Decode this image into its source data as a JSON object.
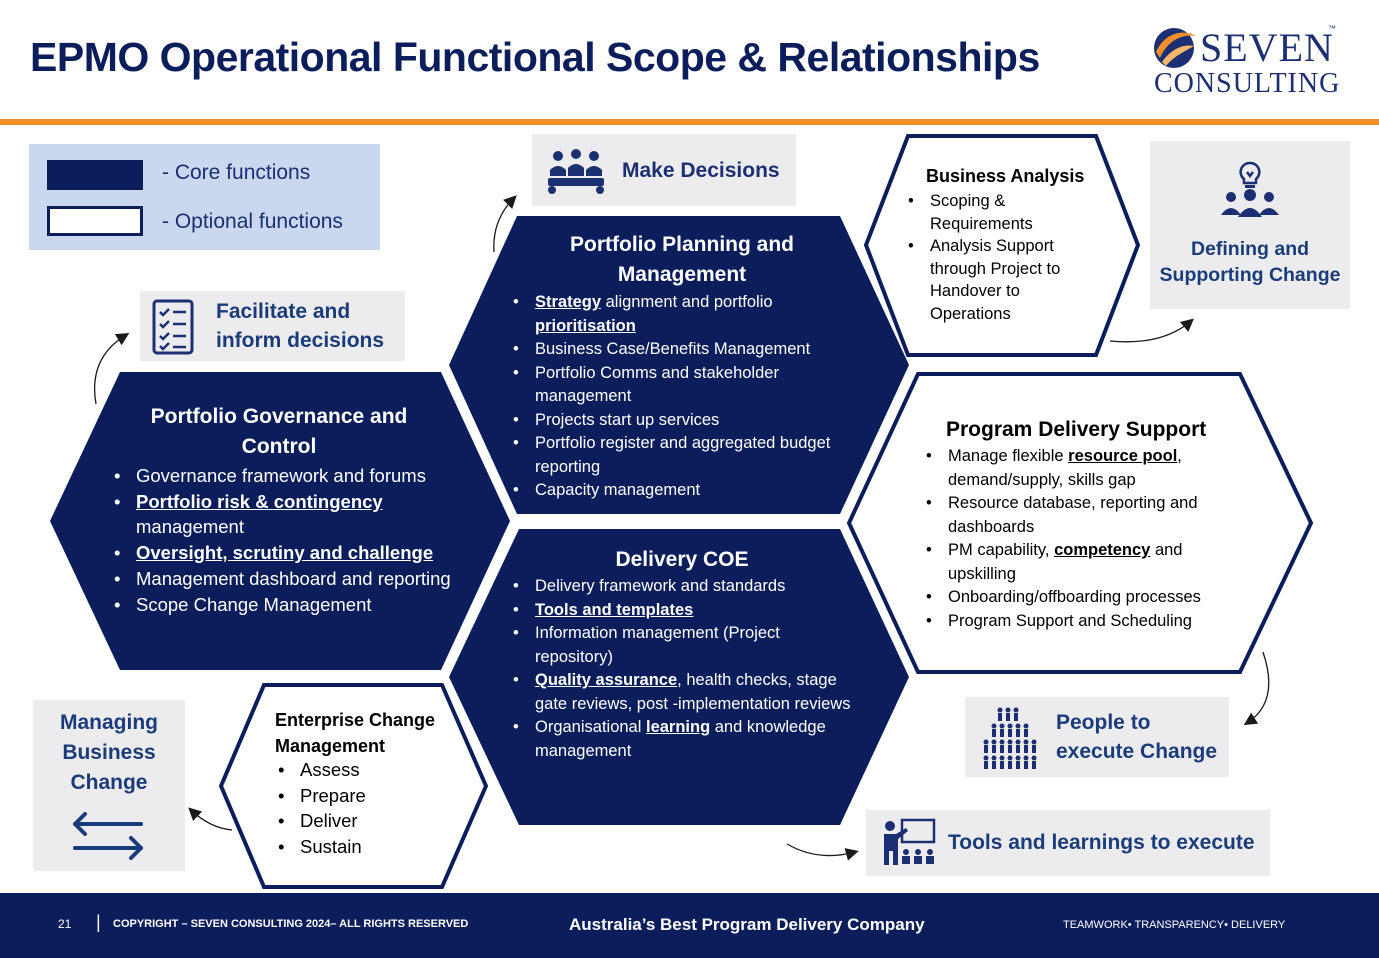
{
  "title": "EPMO Operational Functional Scope & Relationships",
  "logo": {
    "line1": "SEVEN",
    "line2": "CONSULTING",
    "tm": "™"
  },
  "legend": {
    "core": "- Core functions",
    "optional": "- Optional functions"
  },
  "colors": {
    "navy": "#0b1e5b",
    "orange": "#ee8f2a",
    "legend_bg": "#c9d8ef",
    "box_bg": "#ececef",
    "label_blue": "#1b3c7a"
  },
  "hexes": {
    "planning": {
      "title_line1": "Portfolio Planning and",
      "title_line2": "Management",
      "b1_link": "Strategy",
      "b1_rest": " alignment and portfolio",
      "b1_link2": "prioritisation",
      "b2": "Business Case/Benefits Management",
      "b3": "Portfolio Comms and stakeholder management",
      "b4": "Projects start up services",
      "b5": "Portfolio register and aggregated budget reporting",
      "b6": "Capacity management"
    },
    "governance": {
      "title_line1": "Portfolio Governance and",
      "title_line2": "Control",
      "b1": "Governance framework and forums",
      "b2_link": "Portfolio risk & contingency",
      "b2_rest": "management",
      "b3_link": "Oversight, scrutiny and challenge",
      "b4": "Management dashboard and reporting",
      "b5": "Scope Change Management"
    },
    "coe": {
      "title": "Delivery COE",
      "b1": "Delivery framework and standards",
      "b2_link": "Tools and templates ",
      "b3": "Information management (Project repository)",
      "b4_link": "Quality assurance",
      "b4_rest": ", health checks, stage gate reviews, post -implementation reviews",
      "b5_pre": "Organisational ",
      "b5_link": "learning",
      "b5_rest": " and knowledge management"
    },
    "business_analysis": {
      "title": "Business Analysis",
      "b1": "Scoping & Requirements",
      "b2": "Analysis Support through Project to Handover to Operations"
    },
    "program_delivery": {
      "title": "Program Delivery Support",
      "b1_pre": "Manage flexible ",
      "b1_link": "resource pool",
      "b1_rest": ", demand/supply, skills gap",
      "b2": "Resource database, reporting and dashboards",
      "b3_pre": "PM capability, ",
      "b3_link": "competency",
      "b3_rest": " and upskilling",
      "b4": "Onboarding/offboarding processes",
      "b5": "Program Support and Scheduling"
    },
    "enterprise_change": {
      "title_line1": "Enterprise Change",
      "title_line2": "Management",
      "items": [
        "Assess",
        "Prepare",
        "Deliver",
        "Sustain"
      ]
    }
  },
  "outcomes": {
    "make_decisions": "Make Decisions",
    "facilitate_line1": "Facilitate and",
    "facilitate_line2": "inform decisions",
    "defining_line1": "Defining and",
    "defining_line2": "Supporting Change",
    "people_line1": "People to",
    "people_line2": "execute Change",
    "tools": "Tools and learnings to execute",
    "managing_line1": "Managing",
    "managing_line2": "Business",
    "managing_line3": "Change"
  },
  "icons": [
    "meeting-group-icon",
    "checklist-icon",
    "lightbulb-team-icon",
    "people-grid-icon",
    "presenter-board-icon",
    "swap-arrows-icon"
  ],
  "footer": {
    "page": "21",
    "copyright": "COPYRIGHT – SEVEN CONSULTING 2024– ALL RIGHTS RESERVED",
    "tagline": "Australia’s Best Program Delivery Company",
    "values": "TEAMWORK• TRANSPARENCY• DELIVERY"
  }
}
